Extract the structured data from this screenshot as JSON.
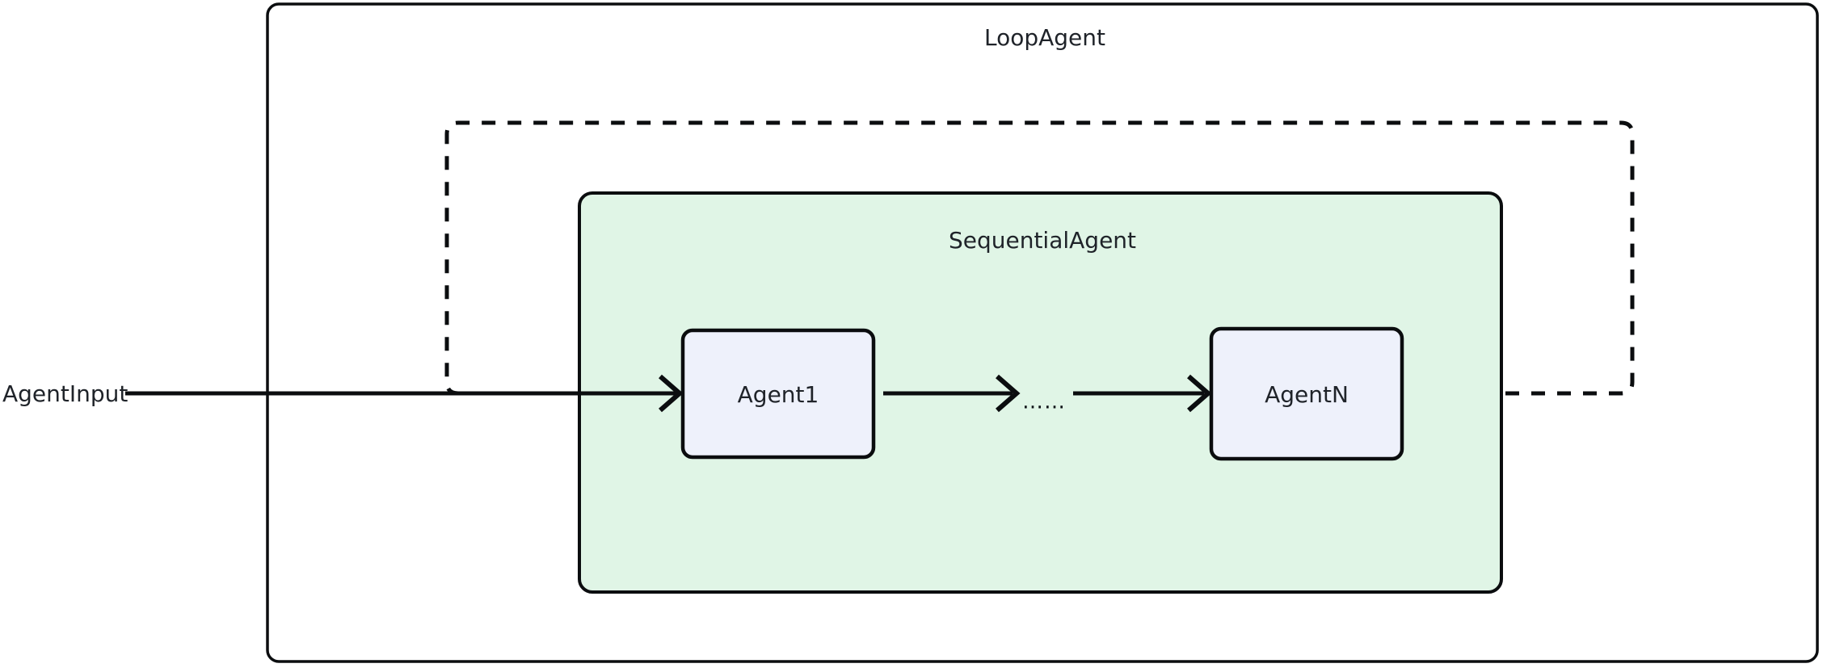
{
  "diagram": {
    "type": "agent-workflow-diagram",
    "background_color": "#ffffff",
    "outer_container": {
      "label": "LoopAgent",
      "fill": "#ffffff",
      "stroke": "#0b0d0f"
    },
    "group_container": {
      "label": "SequentialAgent",
      "fill": "#e0f5e6",
      "stroke": "#0b0d0f"
    },
    "nodes": [
      {
        "id": "agent1",
        "label": "Agent1",
        "fill": "#eef1fb",
        "stroke": "#0b0d0f"
      },
      {
        "id": "agentN",
        "label": "AgentN",
        "fill": "#eef1fb",
        "stroke": "#0b0d0f"
      }
    ],
    "input": {
      "label": "AgentInput"
    },
    "ellipsis": {
      "label": "……"
    },
    "edges": [
      {
        "id": "input-to-agent1",
        "from": "AgentInput",
        "to": "Agent1",
        "style": "solid",
        "arrow": true
      },
      {
        "id": "agent1-to-ellipsis",
        "from": "Agent1",
        "to": "……",
        "style": "solid",
        "arrow": true
      },
      {
        "id": "ellipsis-to-agentN",
        "from": "……",
        "to": "AgentN",
        "style": "solid",
        "arrow": true
      },
      {
        "id": "agentN-loop-back",
        "from": "AgentN",
        "to": "Agent1",
        "style": "dashed",
        "arrow": false,
        "description": "loop back path"
      }
    ]
  }
}
